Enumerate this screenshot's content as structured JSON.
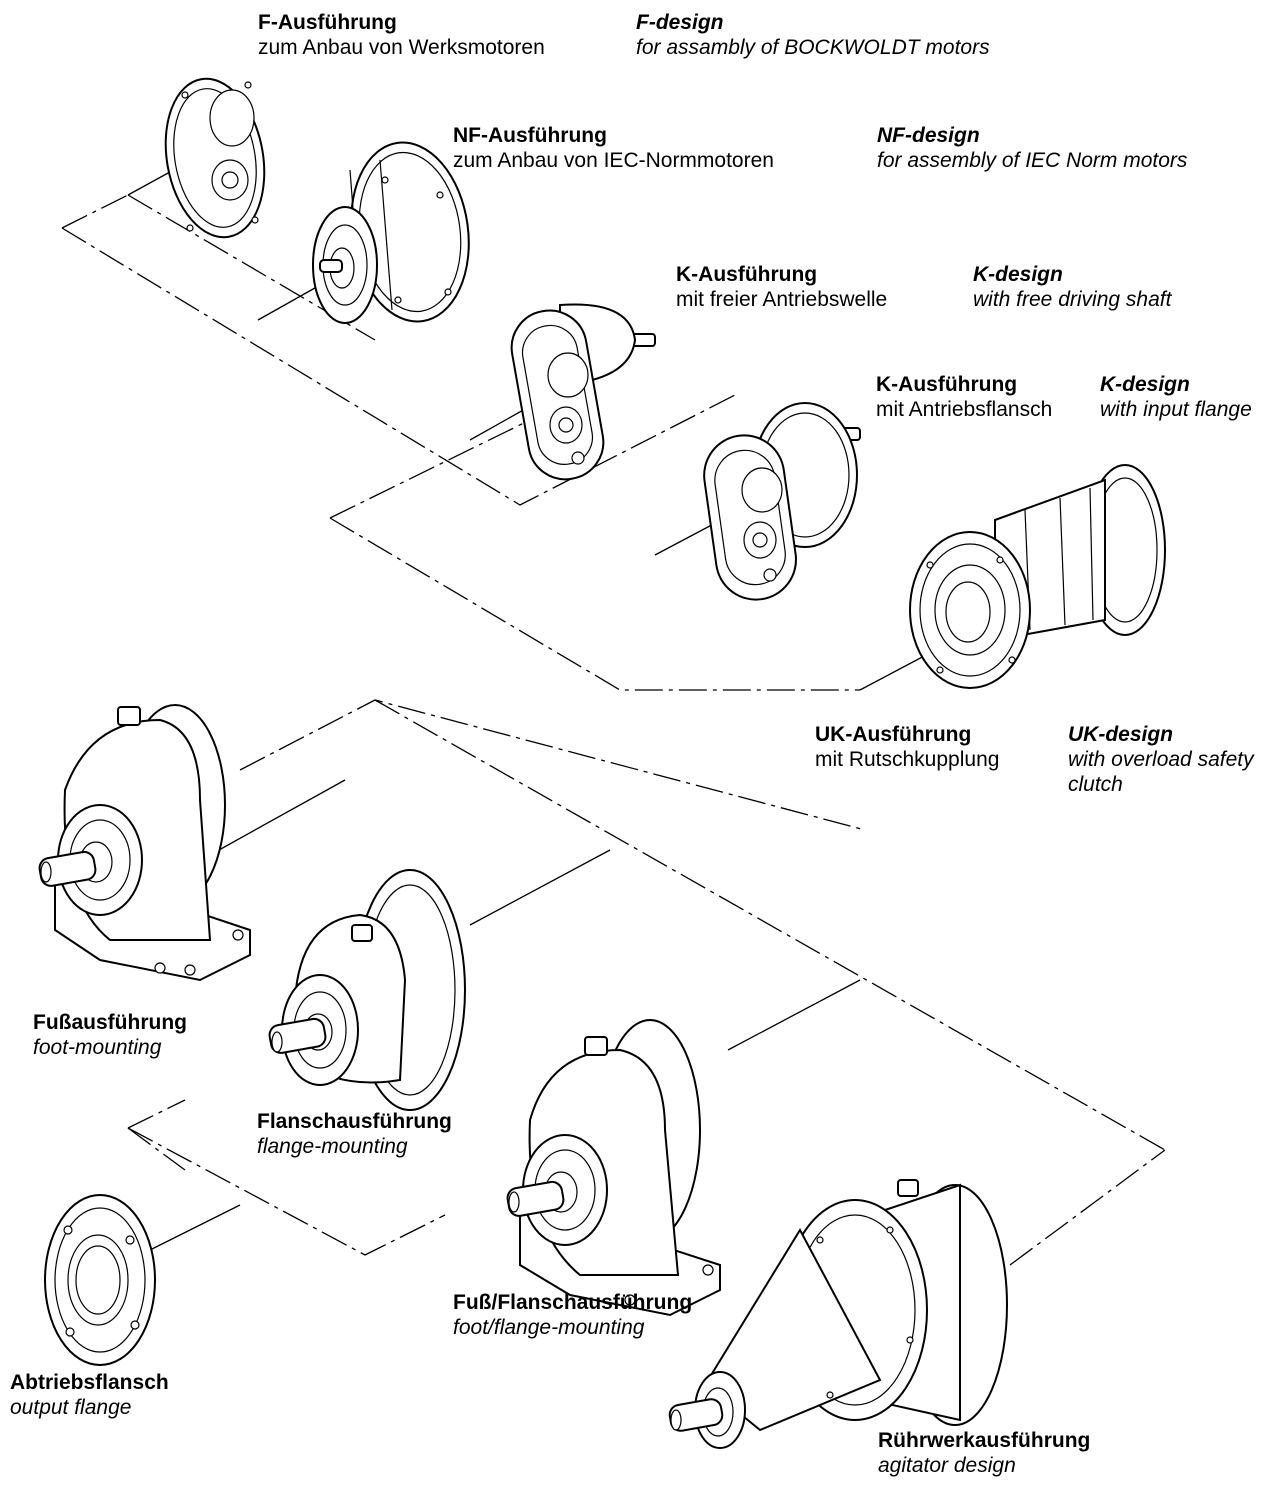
{
  "labels": {
    "f_de_title": "F-Ausführung",
    "f_de_desc": "zum Anbau von Werksmotoren",
    "f_en_title": "F-design",
    "f_en_desc": "for assambly of BOCKWOLDT motors",
    "nf_de_title": "NF-Ausführung",
    "nf_de_desc": "zum Anbau von IEC-Normmotoren",
    "nf_en_title": "NF-design",
    "nf_en_desc": "for assembly of IEC Norm motors",
    "k1_de_title": "K-Ausführung",
    "k1_de_desc": "mit freier Antriebswelle",
    "k1_en_title": "K-design",
    "k1_en_desc": "with free driving shaft",
    "k2_de_title": "K-Ausführung",
    "k2_de_desc": "mit Antriebsflansch",
    "k2_en_title": "K-design",
    "k2_en_desc": "with input flange",
    "uk_de_title": "UK-Ausführung",
    "uk_de_desc": "mit Rutschkupplung",
    "uk_en_title": "UK-design",
    "uk_en_desc_1": "with overload safety",
    "uk_en_desc_2": "clutch",
    "foot_de": "Fußausführung",
    "foot_en": "foot-mounting",
    "flange_de": "Flanschausführung",
    "flange_en": "flange-mounting",
    "footflange_de": "Fuß/Flanschausführung",
    "footflange_en": "foot/flange-mounting",
    "output_de": "Abtriebsflansch",
    "output_en": "output flange",
    "agitator_de": "Rührwerkausführung",
    "agitator_en": "agitator design"
  }
}
